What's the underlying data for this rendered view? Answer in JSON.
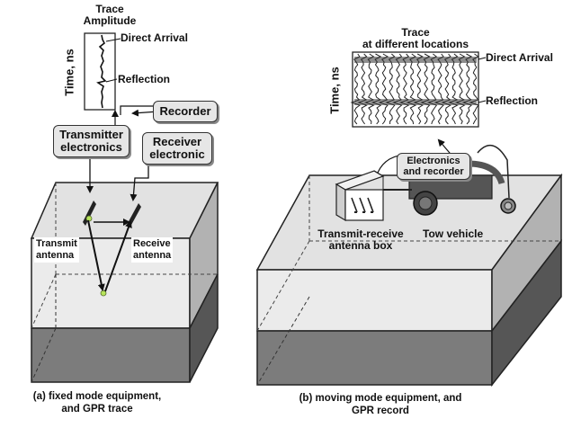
{
  "left_panel": {
    "trace_amplitude_label": [
      "Trace",
      "Amplitude"
    ],
    "time_label": "Time, ns",
    "direct_arrival": "Direct Arrival",
    "reflection": "Reflection",
    "recorder": "Recorder",
    "transmitter": [
      "Transmitter",
      "electronics"
    ],
    "receiver": [
      "Receiver",
      "electronic"
    ],
    "transmit_antenna": [
      "Transmit",
      "antenna"
    ],
    "receive_antenna": [
      "Receive",
      "antenna"
    ],
    "caption": [
      "(a) fixed mode equipment,",
      "and GPR trace"
    ]
  },
  "right_panel": {
    "trace_label": [
      "Trace",
      "at different locations"
    ],
    "time_label": "Time, ns",
    "direct_arrival": "Direct Arrival",
    "reflection": "Reflection",
    "electronics": [
      "Electronics",
      "and recorder"
    ],
    "antenna_box": [
      "Transmit-receive",
      "antenna box"
    ],
    "tow_vehicle": "Tow vehicle",
    "caption": [
      "(b) moving mode equipment, and",
      "GPR record"
    ]
  },
  "colors": {
    "top_face": "#e0e0e0",
    "front_upper": "#e8e8e8",
    "front_lower": "#7a7a7a",
    "side_upper": "#b0b0b0",
    "side_lower": "#555555",
    "vehicle": "#555555",
    "antenna_dot": "#b6e35a"
  }
}
